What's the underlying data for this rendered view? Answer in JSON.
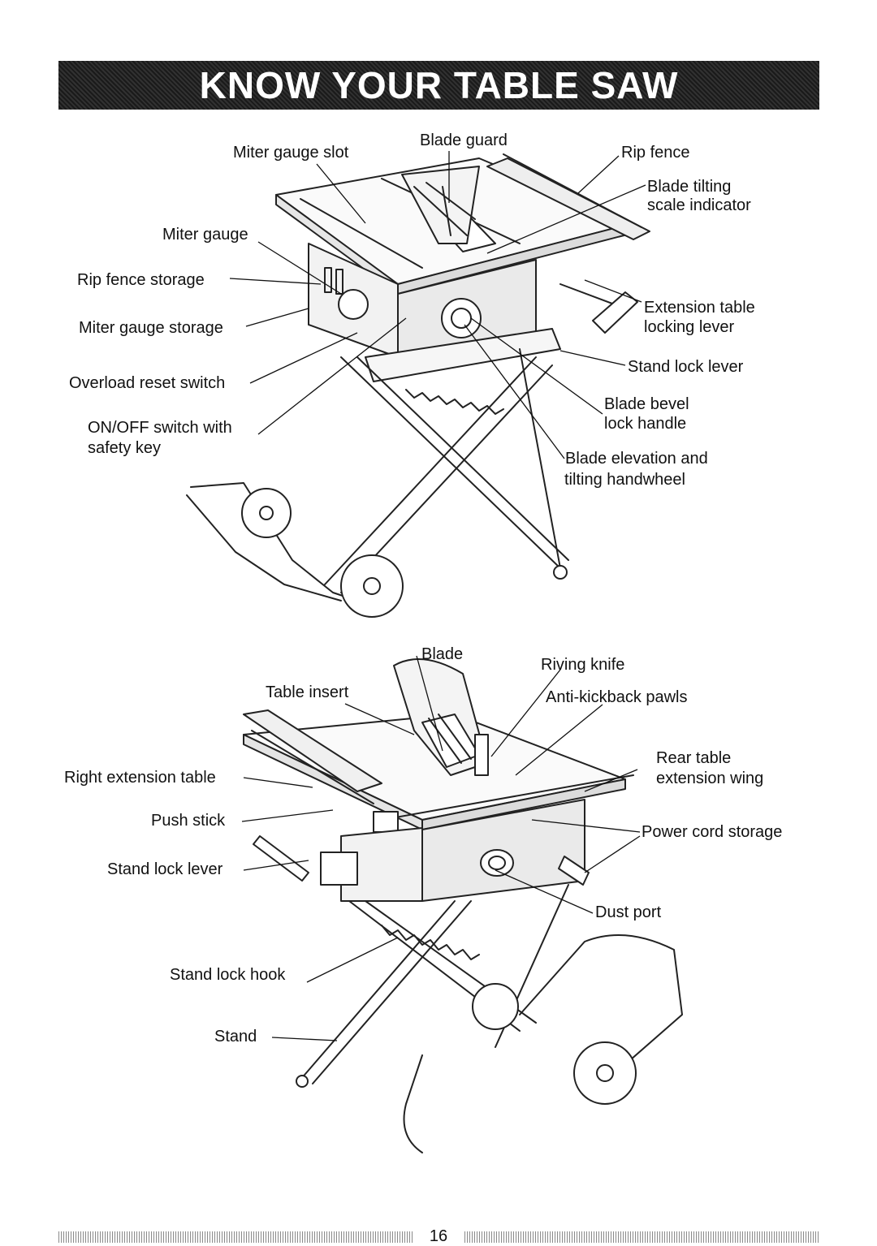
{
  "header": {
    "title": "KNOW YOUR TABLE SAW"
  },
  "top_figure": {
    "labels": {
      "miter_gauge_slot": "Miter gauge slot",
      "blade_guard": "Blade guard",
      "rip_fence": "Rip fence",
      "blade_tilting_line1": "Blade tilting",
      "blade_tilting_line2": "scale indicator",
      "miter_gauge": "Miter gauge",
      "rip_fence_storage": "Rip fence storage",
      "miter_gauge_storage": "Miter gauge storage",
      "extension_lock_line1": "Extension table",
      "extension_lock_line2": "locking lever",
      "stand_lock_lever": "Stand lock lever",
      "overload_reset_switch": "Overload reset switch",
      "bevel_lock_line1": "Blade bevel",
      "bevel_lock_line2": "lock handle",
      "onoff_line1": "ON/OFF switch with",
      "onoff_line2": "safety key",
      "handwheel_line1": "Blade elevation and",
      "handwheel_line2": "tilting handwheel"
    }
  },
  "bottom_figure": {
    "labels": {
      "blade": "Blade",
      "riving_knife": "Riving knife",
      "table_insert": "Table insert",
      "anti_kickback_pawls": "Anti-kickback pawls",
      "rear_table_line1": "Rear table",
      "rear_table_line2": "extension wing",
      "right_extension_table": "Right extension table",
      "push_stick": "Push stick",
      "power_cord_storage": "Power cord storage",
      "stand_lock_lever": "Stand lock lever",
      "dust_port": "Dust port",
      "stand_lock_hook": "Stand lock hook",
      "stand": "Stand"
    }
  },
  "footer": {
    "page_number": "16"
  }
}
